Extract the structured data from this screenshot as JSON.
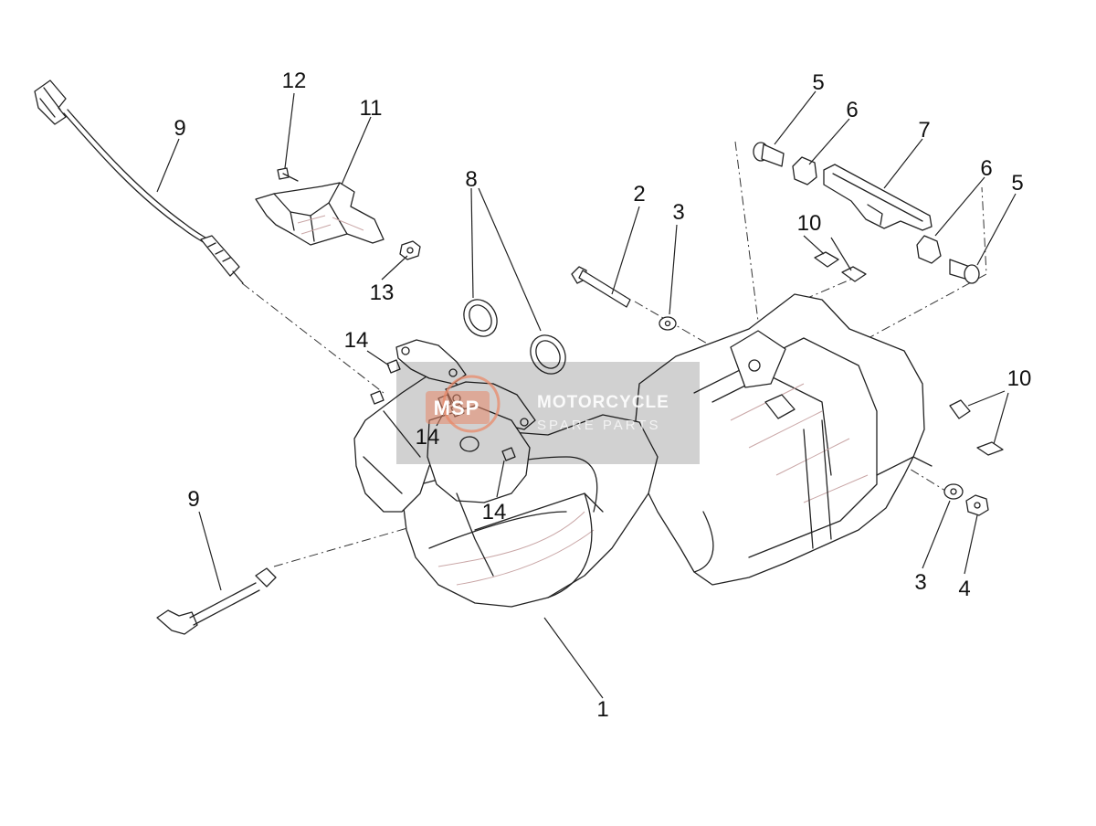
{
  "watermark": {
    "logo_text": "MSP",
    "title": "MOTORCYCLE",
    "subtitle": "SPARE PARTS",
    "accent_color": "#e8896a"
  },
  "callouts": {
    "c1": "1",
    "c2": "2",
    "c3a": "3",
    "c3b": "3",
    "c4": "4",
    "c5a": "5",
    "c5b": "5",
    "c6a": "6",
    "c6b": "6",
    "c7": "7",
    "c8": "8",
    "c9a": "9",
    "c9b": "9",
    "c10a": "10",
    "c10b": "10",
    "c11": "11",
    "c12": "12",
    "c13": "13",
    "c14a": "14",
    "c14b": "14",
    "c14c": "14"
  }
}
